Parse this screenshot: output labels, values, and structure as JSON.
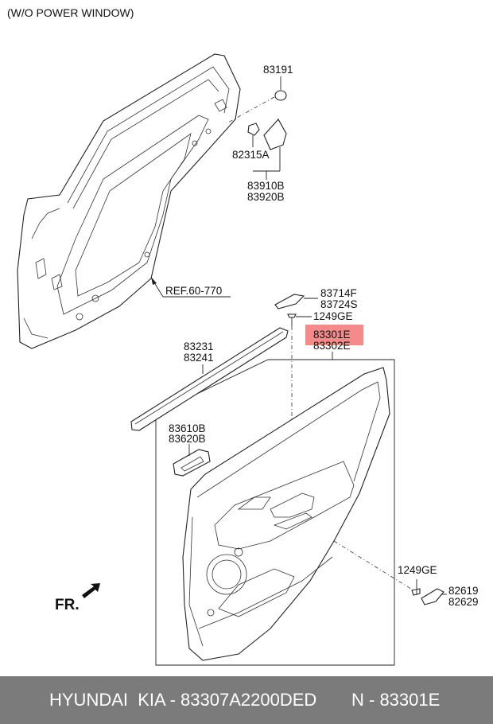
{
  "diagram": {
    "title": "(W/O POWER WINDOW)",
    "fr_label": "FR.",
    "highlight_color": "#f48a8a",
    "labels": {
      "p83191": "83191",
      "p82315a": "82315A",
      "p83910b": "83910B",
      "p83920b": "83920B",
      "ref": "REF.60-770",
      "p83714f": "83714F",
      "p83724s": "83724S",
      "p1249ge_top": "1249GE",
      "p83301e": "83301E",
      "p83302e": "83302E",
      "p83231": "83231",
      "p83241": "83241",
      "p83610b": "83610B",
      "p83620b": "83620B",
      "p1249ge_bottom": "1249GE",
      "p82619": "82619",
      "p82629": "82629"
    }
  },
  "footer": {
    "brand": "HYUNDAI  KIA - 83307A2200DED",
    "number": "N - 83301E"
  }
}
